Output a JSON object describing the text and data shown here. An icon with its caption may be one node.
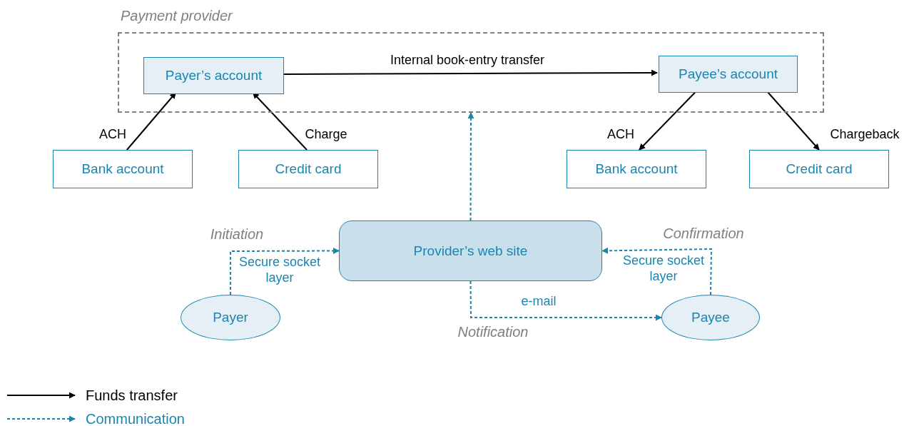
{
  "diagram": {
    "nodes": [
      {
        "text": [
          "Payment provider"
        ]
      },
      {
        "text": [
          "Payer’s account"
        ],
        "in": 0
      },
      {
        "text": [
          "Payee’s account"
        ],
        "in": 0
      },
      {
        "text": [
          "Bank account"
        ]
      },
      {
        "text": [
          "Credit card"
        ]
      },
      {
        "text": [
          "Bank account"
        ]
      },
      {
        "text": [
          "Credit card"
        ]
      },
      {
        "text": [
          "Provider’s web site"
        ]
      },
      {
        "text": [
          "Payer"
        ]
      },
      {
        "text": [
          "Payee"
        ]
      }
    ],
    "edges": [
      {
        "from": 1,
        "to": 2,
        "arrow": "to",
        "label": "Internal book-entry transfer"
      },
      {
        "from": 3,
        "to": 1,
        "arrow": "to",
        "label": "ACH"
      },
      {
        "from": 4,
        "to": 1,
        "arrow": "to",
        "label": "Charge"
      },
      {
        "from": 2,
        "to": 5,
        "arrow": "to",
        "label": "ACH"
      },
      {
        "from": 2,
        "to": 6,
        "arrow": "to",
        "label": "Chargeback"
      },
      {
        "from": 7,
        "to": 0,
        "arrow": "to",
        "style": "dashed",
        "color": "#1a86b0"
      },
      {
        "from": 8,
        "to": 7,
        "arrow": "to",
        "label": "Secure socket layer",
        "style": "dashed",
        "color": "#1a86b0"
      },
      {
        "from": 9,
        "to": 7,
        "arrow": "to",
        "label": "Secure socket layer",
        "style": "dashed",
        "color": "#1a86b0"
      },
      {
        "from": 7,
        "to": 9,
        "arrow": "to",
        "label": "e-mail",
        "style": "dashed",
        "color": "#1a86b0"
      }
    ],
    "labels": [
      "Initiation",
      "Confirmation",
      "Notification"
    ],
    "legend": [
      {
        "text": "Funds transfer"
      },
      {
        "text": "Communication"
      }
    ]
  }
}
